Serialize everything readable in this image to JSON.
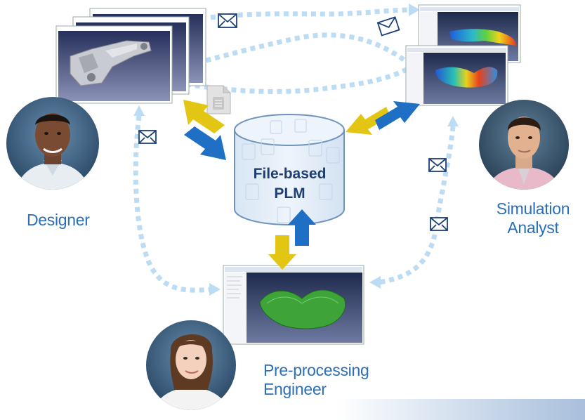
{
  "plm": {
    "line1": "File-based",
    "line2": "PLM"
  },
  "roles": {
    "designer": "Designer",
    "analyst_line1": "Simulation",
    "analyst_line2": "Analyst",
    "preproc_line1": "Pre-processing",
    "preproc_line2": "Engineer"
  },
  "colors": {
    "label_blue": "#2a6fb8",
    "arrow_blue": "#1f6fc5",
    "arrow_yellow": "#e3c613",
    "dotted_path": "#bcdcf4",
    "cylinder_fill": "#e7f0f9",
    "cylinder_stroke": "#6f93bd"
  },
  "icons": [
    "envelope-icon",
    "document-icon"
  ]
}
